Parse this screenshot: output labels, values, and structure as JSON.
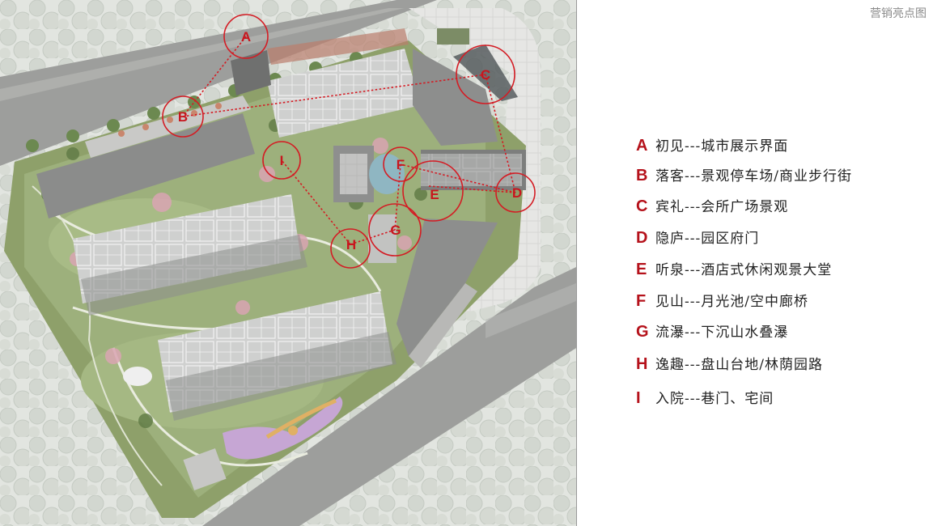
{
  "page_title": "营销亮点图",
  "colors": {
    "accent": "#c8161e",
    "road": "#9e9e9e",
    "grass": "#7f9a5e",
    "building": "#8a8a8a",
    "legend_key": "#b5121b"
  },
  "markers": [
    {
      "key": "A",
      "label": "A"
    },
    {
      "key": "B",
      "label": "B"
    },
    {
      "key": "C",
      "label": "C"
    },
    {
      "key": "D",
      "label": "D"
    },
    {
      "key": "E",
      "label": "E"
    },
    {
      "key": "F",
      "label": "F"
    },
    {
      "key": "G",
      "label": "G"
    },
    {
      "key": "H",
      "label": "H"
    },
    {
      "key": "I",
      "label": "I"
    }
  ],
  "legend": [
    {
      "key": "A",
      "text": "初见---城市展示界面"
    },
    {
      "key": "B",
      "text": "落客---景观停车场/商业步行街"
    },
    {
      "key": "C",
      "text": "宾礼---会所广场景观"
    },
    {
      "key": "D",
      "text": "隐庐---园区府门"
    },
    {
      "key": "E",
      "text": "听泉---酒店式休闲观景大堂"
    },
    {
      "key": "F",
      "text": "见山---月光池/空中廊桥"
    },
    {
      "key": "G",
      "text": "流瀑---下沉山水叠瀑"
    },
    {
      "key": "H",
      "text": "逸趣---盘山台地/林荫园路"
    },
    {
      "key": "I",
      "text": "入院---巷门、宅间"
    }
  ]
}
